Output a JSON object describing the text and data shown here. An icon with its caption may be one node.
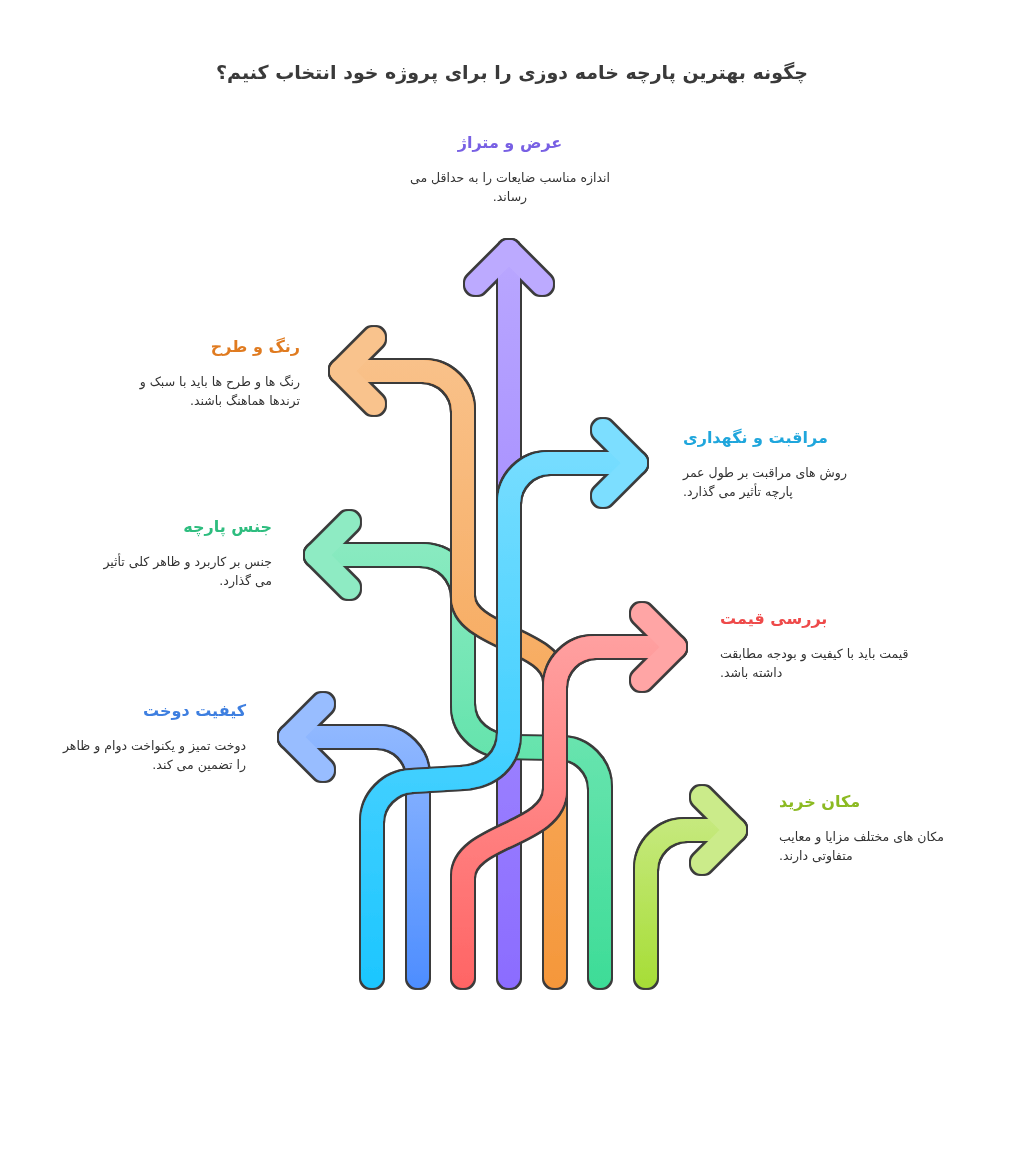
{
  "diagram": {
    "title": "چگونه بهترین پارچه خامه دوزی را برای پروژه خود انتخاب کنیم؟",
    "nodes": [
      {
        "text": [
          "عرض و متراژ",
          "اندازه مناسب ضایعات را به حداقل می رساند."
        ]
      },
      {
        "text": [
          "رنگ و طرح",
          "رنگ ها و طرح ها باید با سبک و ترندها هماهنگ باشند."
        ]
      },
      {
        "text": [
          "مراقبت و نگهداری",
          "روش های مراقبت بر طول عمر پارچه تأثیر می گذارد."
        ]
      },
      {
        "text": [
          "جنس پارچه",
          "جنس بر کاربرد و ظاهر کلی تأثیر می گذارد."
        ]
      },
      {
        "text": [
          "بررسی قیمت",
          "قیمت باید با کیفیت و بودجه مطابقت داشته باشد."
        ]
      },
      {
        "text": [
          "کیفیت دوخت",
          "دوخت تمیز و یکنواخت دوام و ظاهر را تضمین می کند."
        ]
      },
      {
        "text": [
          "مکان خرید",
          "مکان های مختلف مزایا و معایب متفاوتی دارند."
        ]
      }
    ],
    "edges": [
      {
        "from": null,
        "to": 0,
        "arrow": "to",
        "color": "#8b6cff"
      },
      {
        "from": null,
        "to": 1,
        "arrow": "to",
        "color": "#f5973a"
      },
      {
        "from": null,
        "to": 2,
        "arrow": "to",
        "color": "#1cc6ff"
      },
      {
        "from": null,
        "to": 3,
        "arrow": "to",
        "color": "#3ddc97"
      },
      {
        "from": null,
        "to": 4,
        "arrow": "to",
        "color": "#ff6464"
      },
      {
        "from": null,
        "to": 5,
        "arrow": "to",
        "color": "#4d8dff"
      },
      {
        "from": null,
        "to": 6,
        "arrow": "to",
        "color": "#a6dd35"
      }
    ]
  }
}
